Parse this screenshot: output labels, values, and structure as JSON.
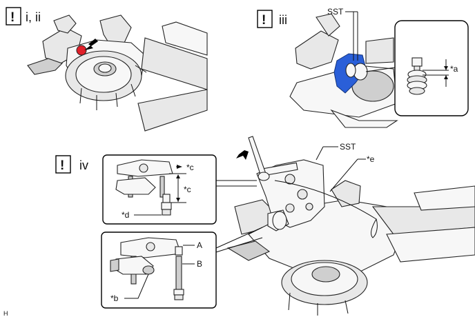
{
  "steps": {
    "step1": {
      "mark": "!",
      "label": "i, ii"
    },
    "step2": {
      "mark": "!",
      "label": "iii"
    },
    "step3": {
      "mark": "!",
      "label": "iv"
    }
  },
  "callouts": {
    "sst_top": "SST",
    "a": "*a",
    "sst_mid": "SST",
    "e": "*e",
    "c1": "*c",
    "c2": "*c",
    "d": "*d",
    "A": "A",
    "B": "B",
    "b": "*b"
  },
  "figure_code": "H",
  "colors": {
    "highlight_red": "#e0202a",
    "highlight_blue": "#2a5fd8"
  }
}
